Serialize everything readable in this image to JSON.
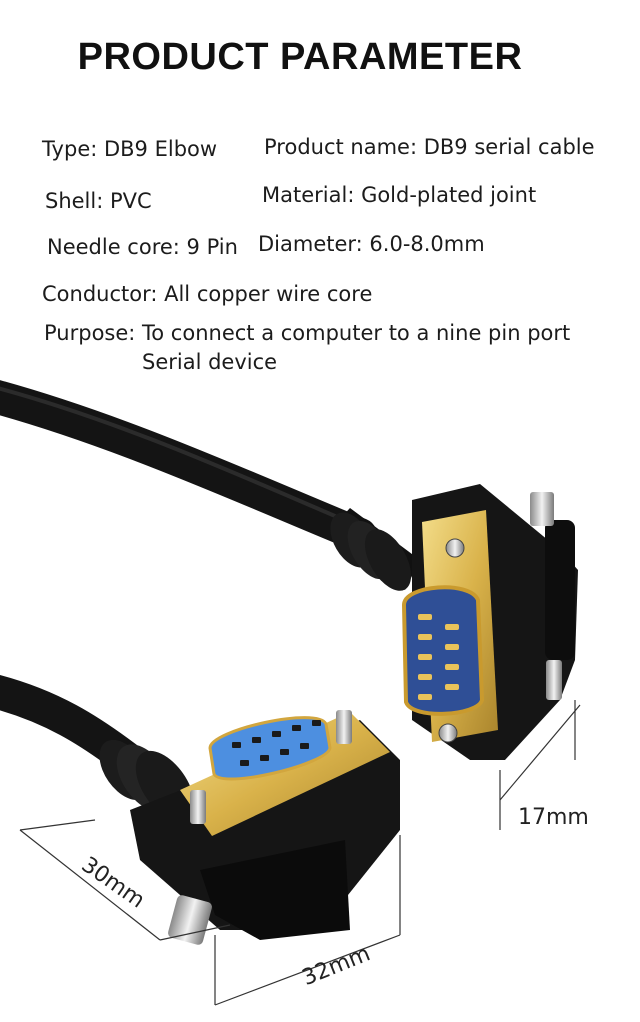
{
  "header": {
    "title": "PRODUCT PARAMETER"
  },
  "specs": {
    "type": "Type: DB9 Elbow",
    "product_name": "Product name: DB9 serial cable",
    "shell": "Shell: PVC",
    "material": "Material: Gold-plated joint",
    "needle_core": "Needle core: 9 Pin",
    "diameter": "Diameter: 6.0-8.0mm",
    "conductor": "Conductor: All copper wire core",
    "purpose_line1": "Purpose: To connect a computer to a nine pin port",
    "purpose_line2": "Serial device"
  },
  "dimensions": {
    "height": "17mm",
    "depth": "30mm",
    "width": "32mm"
  },
  "colors": {
    "cable": "#141414",
    "gold": "#e2bf57",
    "male_blue": "#2f4f96",
    "female_blue": "#4d8fe0"
  }
}
